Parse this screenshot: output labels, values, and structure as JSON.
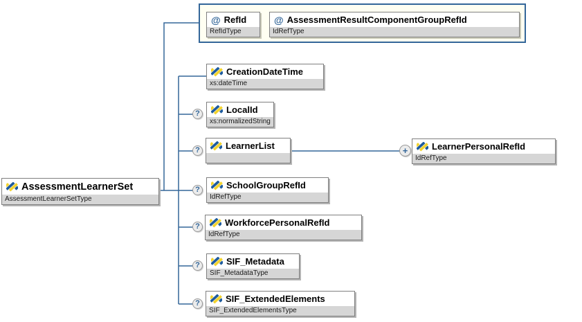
{
  "diagram": {
    "root": {
      "name": "AssessmentLearnerSet",
      "type": "AssessmentLearnerSetType"
    },
    "attribute_group": {
      "attributes": [
        {
          "prefix": "@",
          "name": "RefId",
          "type": "RefIdType"
        },
        {
          "prefix": "@",
          "name": "AssessmentResultComponentGroupRefId",
          "type": "IdRefType"
        }
      ]
    },
    "children": [
      {
        "name": "CreationDateTime",
        "type": "xs:dateTime",
        "badge": ""
      },
      {
        "name": "LocalId",
        "type": "xs:normalizedString",
        "badge": "?"
      },
      {
        "name": "LearnerList",
        "type": "",
        "badge": "?"
      },
      {
        "name": "SchoolGroupRefId",
        "type": "IdRefType",
        "badge": "?"
      },
      {
        "name": "WorkforcePersonalRefId",
        "type": "IdRefType",
        "badge": "?"
      },
      {
        "name": "SIF_Metadata",
        "type": "SIF_MetadataType",
        "badge": "?"
      },
      {
        "name": "SIF_ExtendedElements",
        "type": "SIF_ExtendedElementsType",
        "badge": "?"
      }
    ],
    "learner_list_child": {
      "name": "LearnerPersonalRefId",
      "type": "IdRefType",
      "badge": "+"
    }
  },
  "colors": {
    "line": "#336699",
    "container-bg": "#fffff2",
    "container-border": "#336699",
    "type-row-bg": "#d6d6d6",
    "icon-blue": "#1f5c9e",
    "icon-yellow": "#f2d32f",
    "badge": "#336699"
  }
}
